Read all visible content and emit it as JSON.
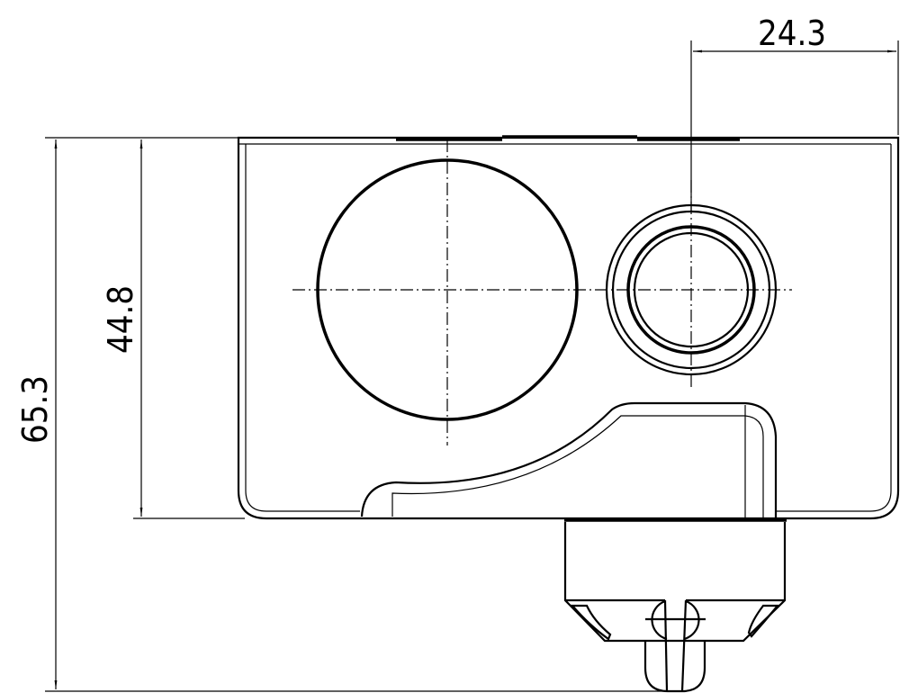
{
  "drawing": {
    "dimensions": {
      "overall_height": "65.3",
      "body_height": "44.8",
      "hole_offset": "24.3"
    }
  }
}
